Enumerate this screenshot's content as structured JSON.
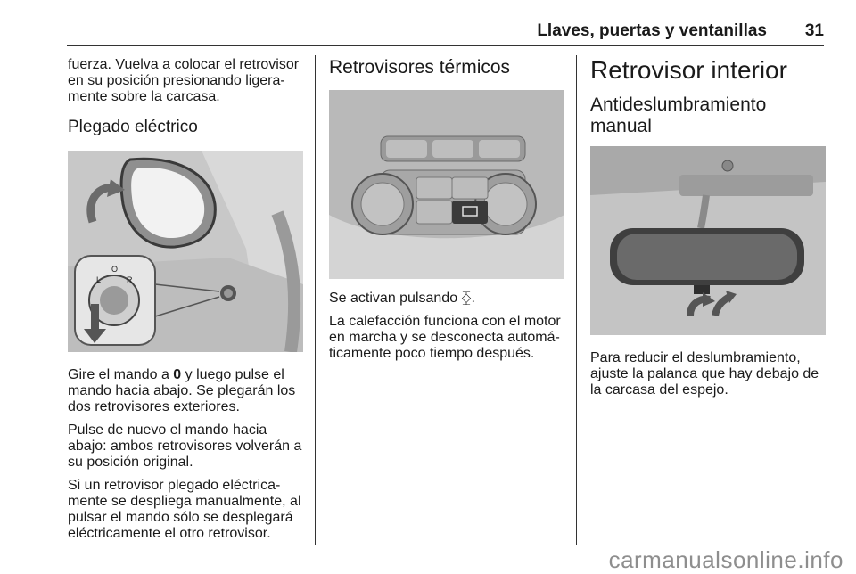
{
  "header": {
    "title": "Llaves, puertas y ventanillas",
    "page_number": "31"
  },
  "col1": {
    "intro": "fuerza. Vuelva a colocar el retrovisor en su posición presionando ligera­mente sobre la carcasa.",
    "heading": "Plegado eléctrico",
    "figure_letters": [
      "L",
      "O",
      "R"
    ],
    "p1_before": "Gire el mando a ",
    "p1_bold": "0",
    "p1_after": " y luego pulse el mando hacia abajo. Se plegarán los dos retrovisores exteriores.",
    "p2": "Pulse de nuevo el mando hacia abajo: ambos retrovisores volverán a su posición original.",
    "p3": "Si un retrovisor plegado eléctrica­mente se despliega manualmente, al pulsar el mando sólo se desplegará eléctricamente el otro retrovisor."
  },
  "col2": {
    "heading": "Retrovisores térmicos",
    "p1": "Se activan pulsando ⧰.",
    "p2": "La calefacción funciona con el motor en marcha y se desconecta automá­ticamente poco tiempo después."
  },
  "col3": {
    "heading": "Retrovisor interior",
    "subheading": "Antideslumbramiento manual",
    "p1": "Para reducir el deslumbramiento, ajuste la palanca que hay debajo de la carcasa del espejo."
  },
  "watermark": "carmanualsonline.info"
}
